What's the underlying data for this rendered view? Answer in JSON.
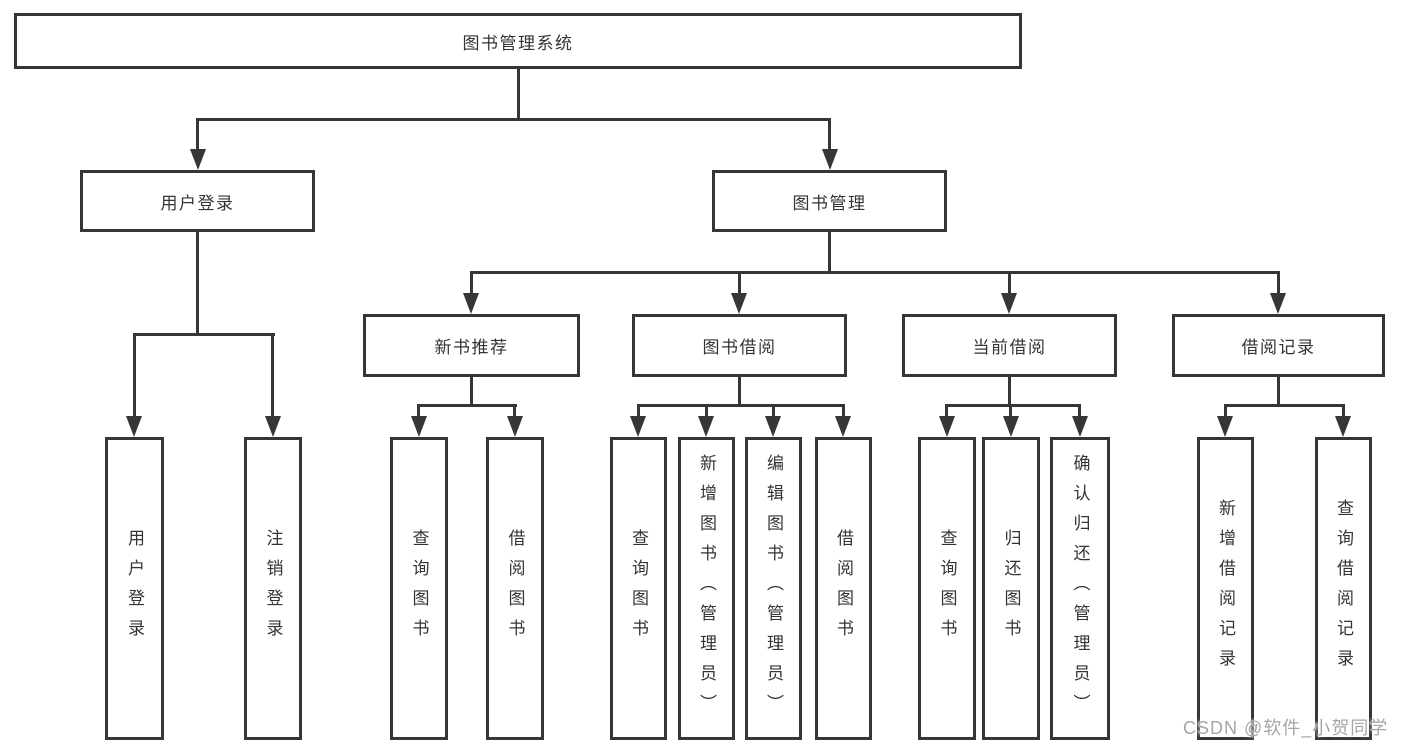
{
  "tree": {
    "label": "图书管理系统",
    "children": [
      {
        "label": "用户登录",
        "children": [
          {
            "label": "用户登录"
          },
          {
            "label": "注销登录"
          }
        ]
      },
      {
        "label": "图书管理",
        "children": [
          {
            "label": "新书推荐",
            "children": [
              {
                "label": "查询图书"
              },
              {
                "label": "借阅图书"
              }
            ]
          },
          {
            "label": "图书借阅",
            "children": [
              {
                "label": "查询图书"
              },
              {
                "label": "新增图书（管理员）"
              },
              {
                "label": "编辑图书（管理员）"
              },
              {
                "label": "借阅图书"
              }
            ]
          },
          {
            "label": "当前借阅",
            "children": [
              {
                "label": "查询图书"
              },
              {
                "label": "归还图书"
              },
              {
                "label": "确认归还（管理员）"
              }
            ]
          },
          {
            "label": "借阅记录",
            "children": [
              {
                "label": "新增借阅记录"
              },
              {
                "label": "查询借阅记录"
              }
            ]
          }
        ]
      }
    ]
  },
  "watermark": {
    "text": "CSDN @软件_小贺同学"
  },
  "colors": {
    "line": "#363638",
    "text": "#343436",
    "background": "#ffffff",
    "watermark": "#a6a6a6"
  }
}
